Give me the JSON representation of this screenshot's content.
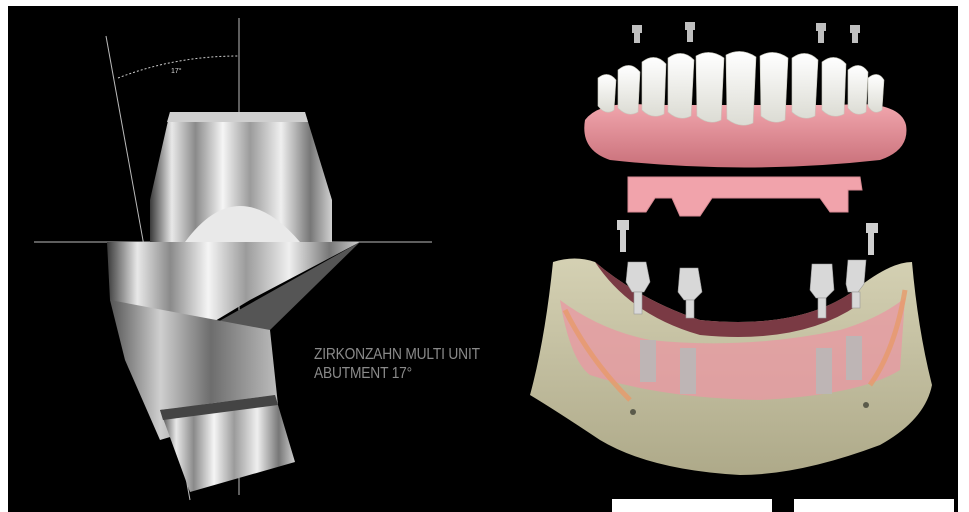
{
  "angle_label": "17°",
  "caption": {
    "line1": "ZIRKONZAHN MULTI UNIT",
    "line2": "ABUTMENT 17°"
  }
}
